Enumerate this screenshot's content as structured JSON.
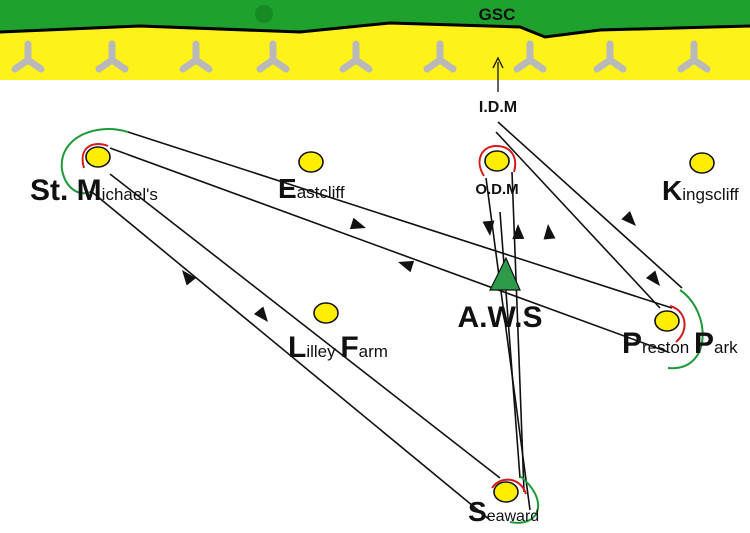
{
  "header": {
    "label": "GSC"
  },
  "colors": {
    "land": "#1fa12e",
    "coast": "#fff21a",
    "rock": "#b9b9b9",
    "route": "#111111",
    "turn_inner": "#d41a1a",
    "turn_outer": "#1d9a38",
    "stop": "#ffee00",
    "aws_marker": "#2e9b4b"
  },
  "icons": {
    "rocks": "rock-icon",
    "stops": "stop-circle-icon",
    "aws": "triangle-marker-icon",
    "arrow": "arrowhead-icon"
  },
  "places": {
    "st_michaels": {
      "cap": "St. M",
      "rest": "ichael's"
    },
    "eastcliff": {
      "cap": "E",
      "rest": "astcliff"
    },
    "odm": {
      "cap": "O.D.M",
      "rest": ""
    },
    "kingscliff": {
      "cap": "K",
      "rest": "ingscliff"
    },
    "lilley_farm": {
      "cap1": "L",
      "rest1": "illey ",
      "cap2": "F",
      "rest2": "arm"
    },
    "preston_park": {
      "cap1": "P",
      "rest1": "reston ",
      "cap2": "P",
      "rest2": "ark"
    },
    "seaward": {
      "cap": "S",
      "rest": "eaward"
    }
  },
  "aws": {
    "label": "A.W.S"
  },
  "idm": {
    "label": "I.D.M"
  }
}
